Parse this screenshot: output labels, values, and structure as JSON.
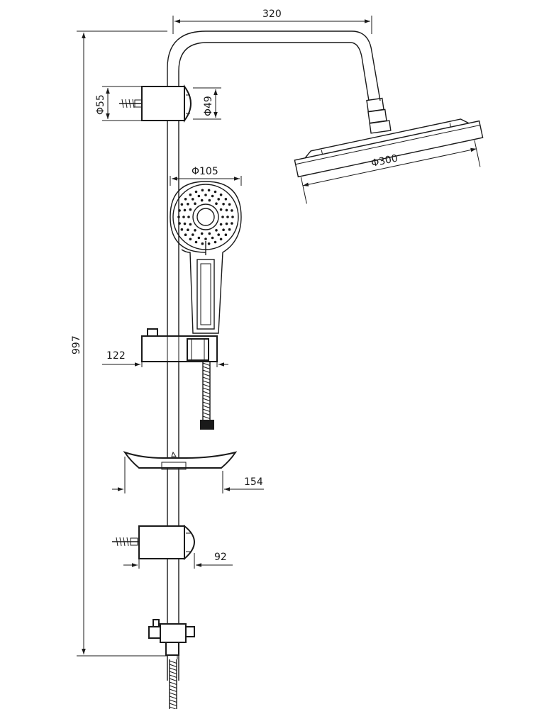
{
  "dimensions": {
    "total_height": "997",
    "arm_reach": "320",
    "rain_head_diameter": "Φ300",
    "hand_shower_diameter": "Φ105",
    "wall_bracket_base_diameter": "Φ55",
    "wall_bracket_diameter": "Φ49",
    "slider_offset": "122",
    "soap_dish_width": "154",
    "lower_bracket_depth": "92"
  }
}
